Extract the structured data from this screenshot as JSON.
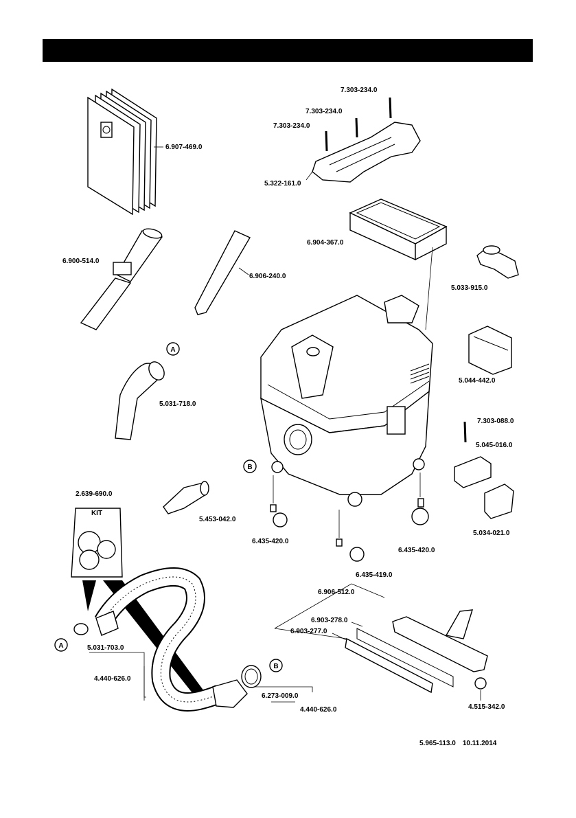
{
  "parts": {
    "filter_bags": "6.907-469.0",
    "screw_1": "7.303-234.0",
    "screw_2": "7.303-234.0",
    "screw_3": "7.303-234.0",
    "handle": "5.322-161.0",
    "flat_filter": "6.904-367.0",
    "suction_tubes": "6.900-514.0",
    "crevice_nozzle": "6.906-240.0",
    "holder_top": "5.033-915.0",
    "bent_tube": "5.031-718.0",
    "holder_side": "5.044-442.0",
    "screw_side": "7.303-088.0",
    "clip": "5.045-016.0",
    "latch": "5.034-021.0",
    "kit": "2.639-690.0",
    "adapter": "5.453-042.0",
    "caster_left": "6.435-420.0",
    "caster_right": "6.435-420.0",
    "caster_front": "6.435-419.0",
    "floor_nozzle_set": "6.906-512.0",
    "strip_1": "6.903-278.0",
    "strip_2": "6.903-277.0",
    "hose_cuff": "5.031-703.0",
    "hose": "4.440-626.0",
    "hose_ring": "6.273-009.0",
    "hose_assembly": "4.440-626.0",
    "nozzle_joint": "4.515-342.0"
  },
  "callouts": {
    "a": "A",
    "b": "B"
  },
  "kit_label": "KIT",
  "footer": {
    "doc_number": "5.965-113.0",
    "date": "10.11.2014"
  }
}
